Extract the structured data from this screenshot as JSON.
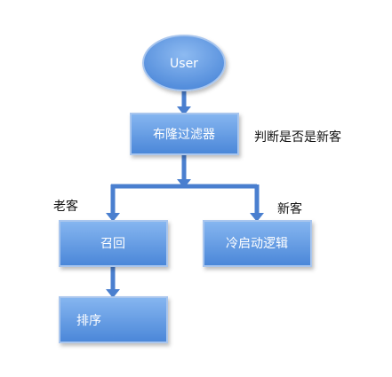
{
  "nodes": {
    "user": "User",
    "bloom_filter": "布隆过滤器",
    "recall": "召回",
    "cold_start": "冷启动逻辑",
    "sort": "排序"
  },
  "notes": {
    "bloom_note": "判断是否是新客",
    "old_customer": "老客",
    "new_customer": "新客"
  },
  "colors": {
    "box_top": "#7fb1ee",
    "box_bottom": "#4a86d8",
    "box_border": "#a9c6ee",
    "arrow": "#4a7fcf",
    "text": "#ffffff"
  }
}
